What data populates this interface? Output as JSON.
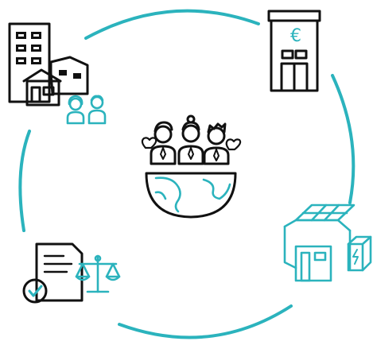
{
  "diagram": {
    "colors": {
      "accent": "#2bb3bd",
      "ink": "#111111",
      "background": "#ffffff"
    },
    "ring": {
      "segments": 4
    },
    "center": {
      "icon": "community-people-globe-icon"
    },
    "nodes": [
      {
        "id": "housing",
        "icon": "housing-buildings-families-icon"
      },
      {
        "id": "finance",
        "icon": "bank-euro-building-icon"
      },
      {
        "id": "energy",
        "icon": "solar-panel-building-battery-icon"
      },
      {
        "id": "legal",
        "icon": "legal-document-scales-icon"
      }
    ],
    "labels": {
      "currency_symbol": "€"
    }
  }
}
